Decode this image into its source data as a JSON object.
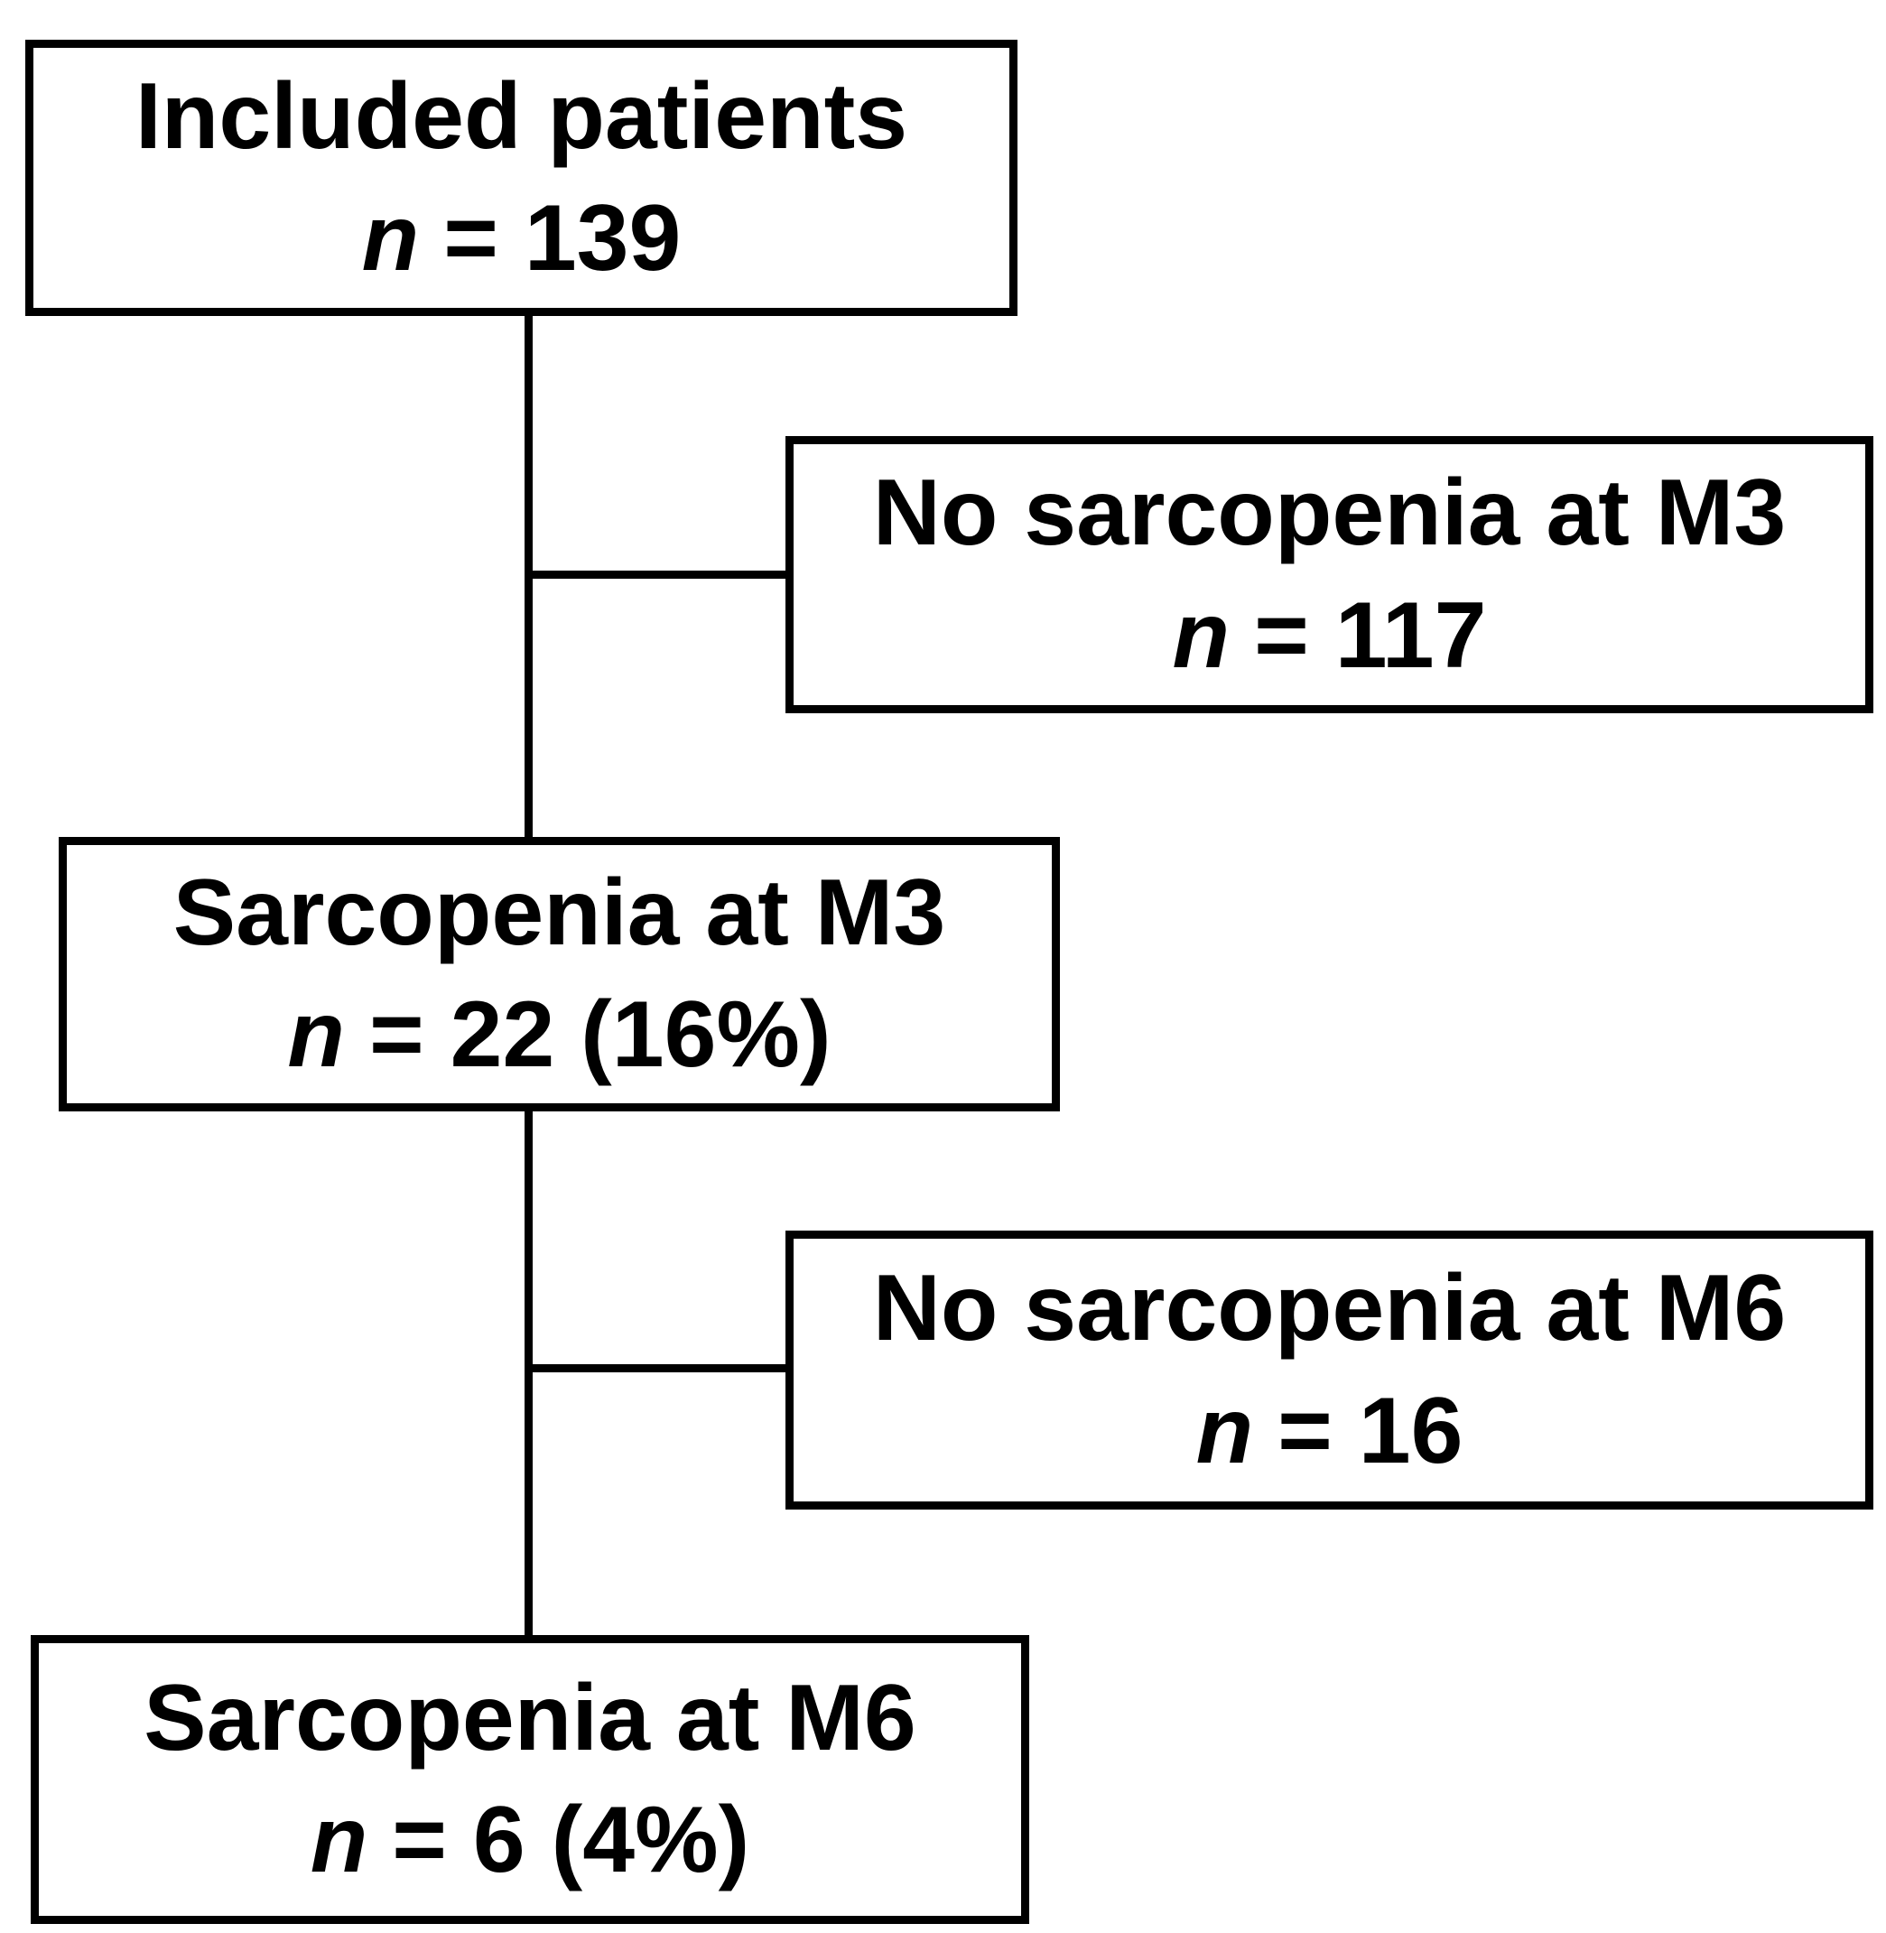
{
  "diagram": {
    "type": "flowchart",
    "background_color": "#ffffff",
    "line_color": "#000000",
    "text_color": "#000000",
    "nodes": [
      {
        "id": "included-patients",
        "label": "Included patients",
        "n_symbol": "n",
        "n_value": "= 139"
      },
      {
        "id": "no-sarcopenia-m3",
        "label": "No sarcopenia at M3",
        "n_symbol": "n",
        "n_value": "= 117"
      },
      {
        "id": "sarcopenia-m3",
        "label": "Sarcopenia at M3",
        "n_symbol": "n",
        "n_value": "= 22 (16%)"
      },
      {
        "id": "no-sarcopenia-m6",
        "label": "No sarcopenia at M6",
        "n_symbol": "n",
        "n_value": "= 16"
      },
      {
        "id": "sarcopenia-m6",
        "label": "Sarcopenia at M6",
        "n_symbol": "n",
        "n_value": "= 6 (4%)"
      }
    ],
    "edges": [
      {
        "from": "included-patients",
        "to": "no-sarcopenia-m3"
      },
      {
        "from": "included-patients",
        "to": "sarcopenia-m3"
      },
      {
        "from": "sarcopenia-m3",
        "to": "no-sarcopenia-m6"
      },
      {
        "from": "sarcopenia-m3",
        "to": "sarcopenia-m6"
      }
    ]
  }
}
